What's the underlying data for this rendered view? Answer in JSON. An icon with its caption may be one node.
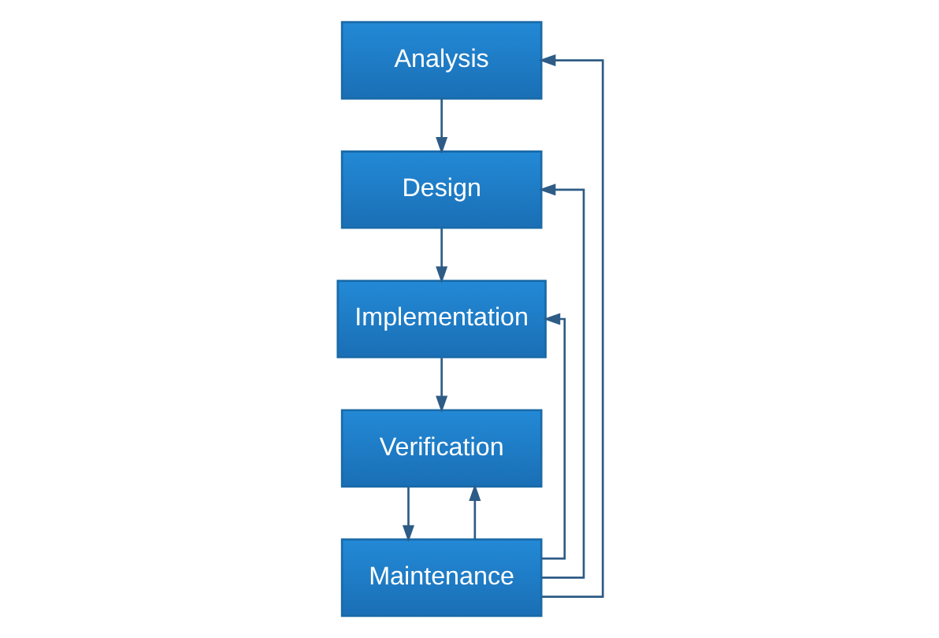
{
  "diagram": {
    "nodes": [
      {
        "text": [
          "Analysis"
        ]
      },
      {
        "text": [
          "Design"
        ]
      },
      {
        "text": [
          "Implementation"
        ]
      },
      {
        "text": [
          "Verification"
        ]
      },
      {
        "text": [
          "Maintenance"
        ]
      }
    ],
    "edges": [
      {
        "from": 0,
        "to": 1,
        "arrow": "to"
      },
      {
        "from": 1,
        "to": 2,
        "arrow": "to"
      },
      {
        "from": 2,
        "to": 3,
        "arrow": "to"
      },
      {
        "from": 3,
        "to": 4,
        "arrow": "to"
      },
      {
        "from": 4,
        "to": 3,
        "arrow": "to"
      },
      {
        "from": 4,
        "to": 2,
        "arrow": "to"
      },
      {
        "from": 4,
        "to": 1,
        "arrow": "to"
      },
      {
        "from": 4,
        "to": 0,
        "arrow": "to"
      }
    ]
  }
}
